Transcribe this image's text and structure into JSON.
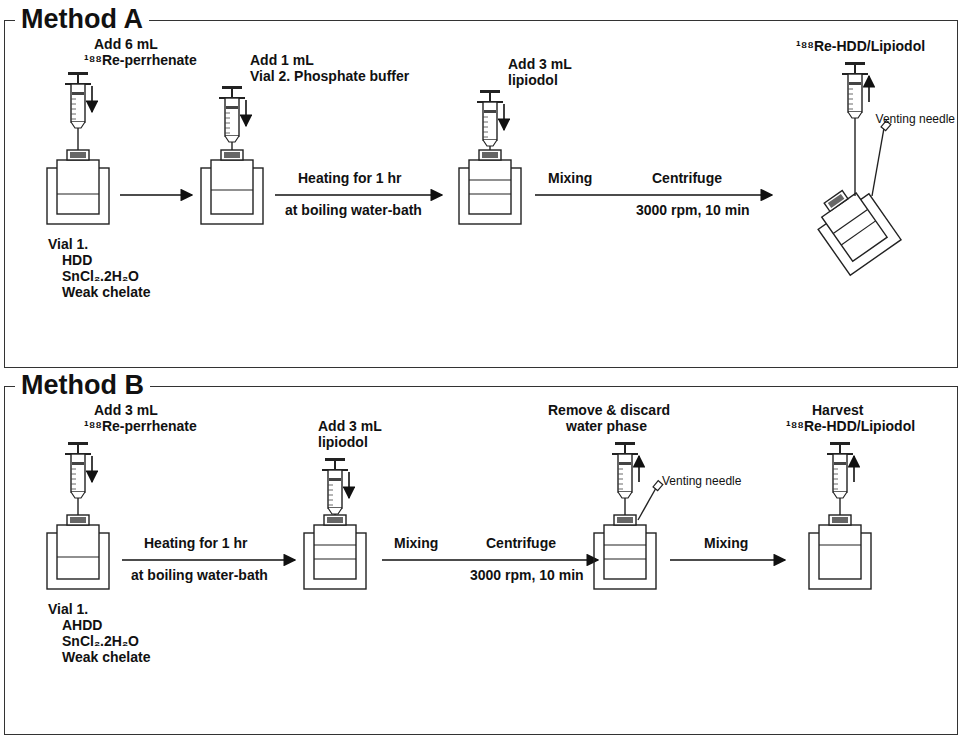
{
  "diagram": {
    "nodes": [
      {
        "text": [
          "Method A"
        ]
      },
      {
        "text": [
          "Method B"
        ]
      }
    ],
    "labels": [
      "Add 6 mL",
      "¹⁸⁸Re-perrhenate",
      "Vial 1.",
      "HDD",
      "SnCl₂.2H₂O",
      "Weak chelate",
      "Add 1 mL",
      "Vial 2. Phosphate buffer",
      "Heating for 1 hr",
      "at boiling water-bath",
      "Add 3 mL",
      "lipiodol",
      "Mixing",
      "Centrifuge",
      "3000 rpm, 10 min",
      "¹⁸⁸Re-HDD/Lipiodol",
      "Venting needle",
      "Add 3 mL",
      "¹⁸⁸Re-perrhenate",
      "Vial 1.",
      "AHDD",
      "SnCl₂.2H₂O",
      "Weak chelate",
      "Heating for 1 hr",
      "at boiling water-bath",
      "Add 3 mL",
      "lipiodol",
      "Mixing",
      "Centrifuge",
      "3000 rpm, 10 min",
      "Remove & discard",
      "water phase",
      "Venting needle",
      "Mixing",
      "Harvest",
      "¹⁸⁸Re-HDD/Lipiodol"
    ]
  }
}
